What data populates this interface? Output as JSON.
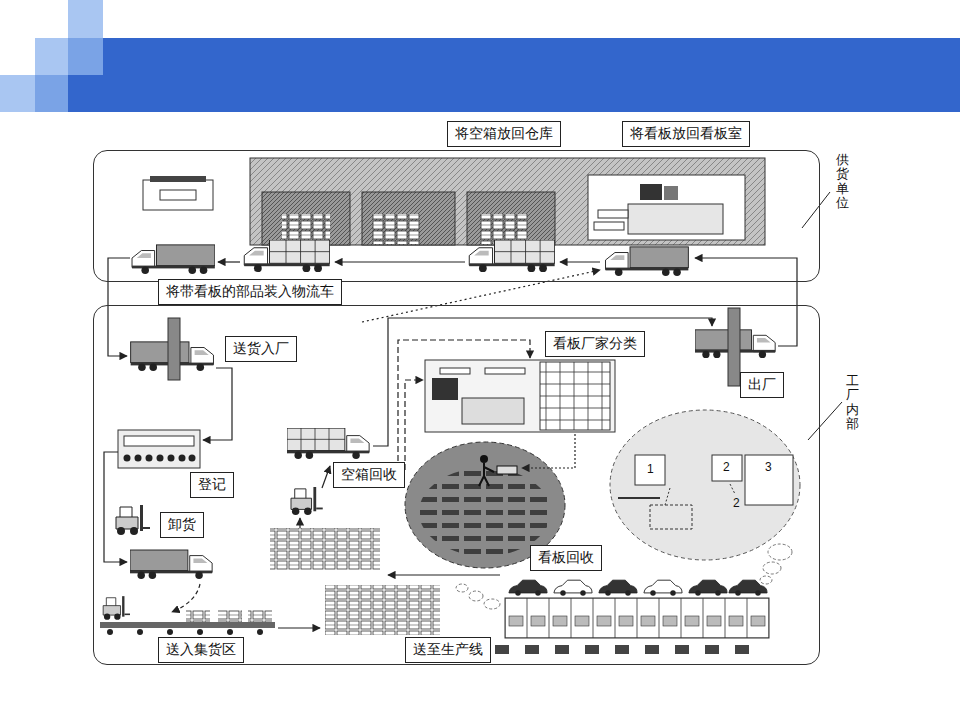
{
  "diagram": {
    "nodes": [
      {
        "text": [
          "将空箱放回仓库"
        ]
      },
      {
        "text": [
          "将看板放回看板室"
        ]
      },
      {
        "text": [
          "供货单位"
        ]
      },
      {
        "text": [
          "将带看板的部品装入物流车"
        ]
      },
      {
        "text": [
          "工厂内部"
        ]
      },
      {
        "text": [
          "送货入厂"
        ],
        "in": 4
      },
      {
        "text": [
          "看板厂家分类"
        ],
        "in": 4
      },
      {
        "text": [
          "出厂"
        ],
        "in": 4
      },
      {
        "text": [
          "登记"
        ],
        "in": 4
      },
      {
        "text": [
          "空箱回收"
        ],
        "in": 4
      },
      {
        "text": [
          "卸货"
        ],
        "in": 4
      },
      {
        "text": [
          "看板回收"
        ],
        "in": 4
      },
      {
        "text": [
          "送入集货区"
        ],
        "in": 4
      },
      {
        "text": [
          "送至生产线"
        ],
        "in": 4
      }
    ],
    "labels": [
      "1",
      "2",
      "3",
      "2"
    ]
  }
}
